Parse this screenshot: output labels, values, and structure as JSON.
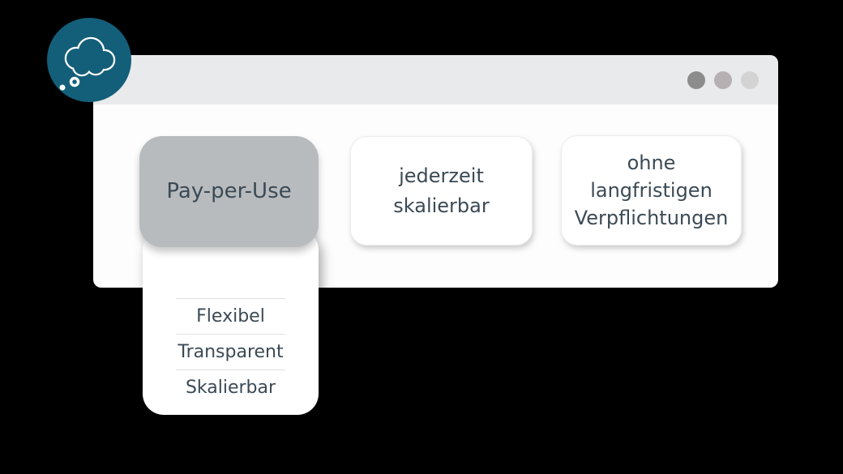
{
  "badge": {
    "icon": "thought-bubble-icon",
    "color": "#135f7a"
  },
  "window": {
    "header_color": "#e9eaec",
    "body_color": "#fdfdfd",
    "controls": [
      {
        "name": "window-dot-1",
        "color": "#8c8c8c"
      },
      {
        "name": "window-dot-2",
        "color": "#b5b1b2"
      },
      {
        "name": "window-dot-3",
        "color": "#d3d3d3"
      }
    ]
  },
  "cards": [
    {
      "lines": [
        "Pay-per-Use"
      ],
      "selected": true
    },
    {
      "lines": [
        "jederzeit",
        "skalierbar"
      ],
      "selected": false
    },
    {
      "lines": [
        "ohne",
        "langfristigen",
        "Verpflichtungen"
      ],
      "selected": false
    }
  ],
  "dropdown": {
    "items": [
      "Flexibel",
      "Transparent",
      "Skalierbar"
    ]
  },
  "colors": {
    "background": "#000000",
    "text": "#3b4a55",
    "selected_card_bg": "#b8bbbe",
    "divider": "#e0e0e2"
  }
}
